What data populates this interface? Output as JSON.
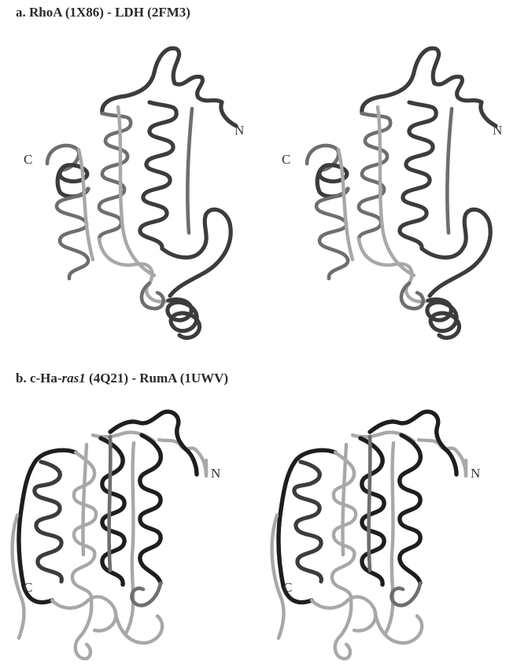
{
  "panel_a": {
    "title": "a. RhoA (1X86) - LDH (2FM3)",
    "n_label": "N",
    "c_label": "C"
  },
  "panel_b": {
    "title_prefix": "b. c-Ha-",
    "title_italic": "ras1",
    "title_suffix": " (4Q21) - RumA (1UWV)",
    "n_label": "N",
    "c_label": "C"
  },
  "colors": {
    "background": "#ffffff",
    "ribbon_dark": "#3c3c3c",
    "ribbon_mid": "#6e6e6e",
    "ribbon_light": "#a8a8a8"
  }
}
